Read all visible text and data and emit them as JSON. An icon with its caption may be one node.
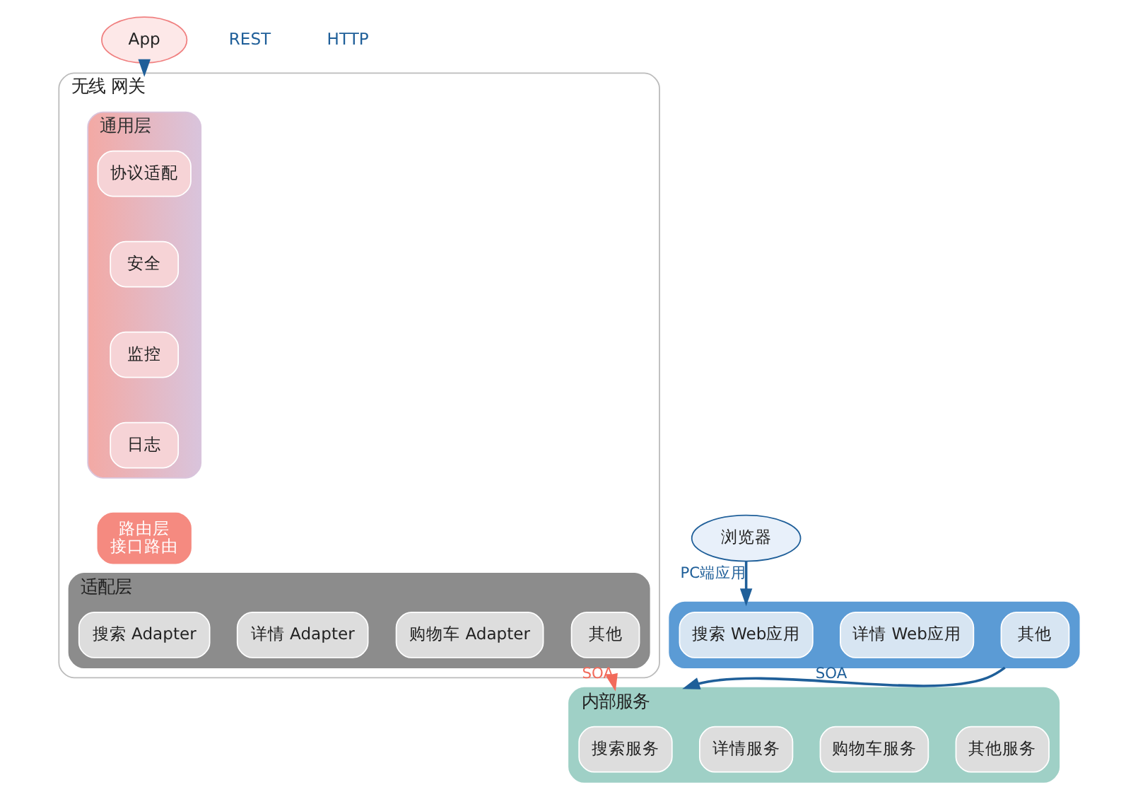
{
  "diagram": {
    "nodes": [
      {
        "text": [
          "App"
        ]
      },
      {
        "text": [
          "浏览器"
        ]
      },
      {
        "text": [
          "无线 网关"
        ]
      },
      {
        "text": [
          "通用层"
        ],
        "in": 2
      },
      {
        "text": [
          "协议适配"
        ],
        "in": 3
      },
      {
        "text": [
          "安全"
        ],
        "in": 3
      },
      {
        "text": [
          "监控"
        ],
        "in": 3
      },
      {
        "text": [
          "日志"
        ],
        "in": 3
      },
      {
        "text": [
          "路由层",
          "接口路由"
        ],
        "in": 2
      },
      {
        "text": [
          "适配层"
        ],
        "in": 2
      },
      {
        "text": [
          "搜索 Adapter"
        ],
        "in": 9
      },
      {
        "text": [
          "详情 Adapter"
        ],
        "in": 9
      },
      {
        "text": [
          "购物车 Adapter"
        ],
        "in": 9
      },
      {
        "text": [
          "其他"
        ],
        "in": 9
      },
      {
        "text": [],
        "shape": "box"
      },
      {
        "text": [
          "搜索 Web应用"
        ],
        "in": 14
      },
      {
        "text": [
          "详情 Web应用"
        ],
        "in": 14
      },
      {
        "text": [
          "其他"
        ],
        "in": 14
      },
      {
        "text": [
          "内部服务"
        ]
      },
      {
        "text": [
          "搜索服务"
        ],
        "in": 18
      },
      {
        "text": [
          "详情服务"
        ],
        "in": 18
      },
      {
        "text": [
          "购物车服务"
        ],
        "in": 18
      },
      {
        "text": [
          "其他服务"
        ],
        "in": 18
      }
    ],
    "edges": [
      {
        "from": 0,
        "to": 2,
        "arrow": "to",
        "color": "#1f5f99"
      },
      {
        "from": 1,
        "to": 14,
        "label": "PC端应用",
        "arrow": "to",
        "color": "#1f5f99"
      },
      {
        "from": 2,
        "to": 18,
        "label": "SOA",
        "arrow": "to",
        "color": "#f26b5b"
      },
      {
        "from": 14,
        "to": 18,
        "label": "SOA",
        "arrow": "to",
        "color": "#1f5f99"
      }
    ],
    "labels": [
      "REST",
      "HTTP"
    ]
  }
}
